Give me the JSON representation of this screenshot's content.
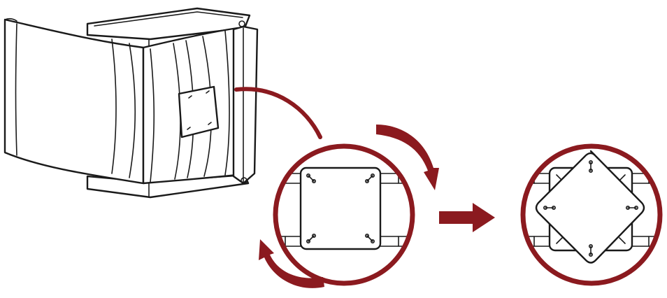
{
  "colors": {
    "accent": "#8b1a1f",
    "line": "#1a1a1a",
    "background": "#ffffff"
  },
  "figure": {
    "elements": [
      "speaker-cabinet",
      "mounting-plate",
      "callout-leader",
      "magnified-detail-square",
      "rotate-arrow-clockwise",
      "rotate-arrow-counterclockwise",
      "direction-arrow",
      "magnified-detail-rotated"
    ]
  }
}
